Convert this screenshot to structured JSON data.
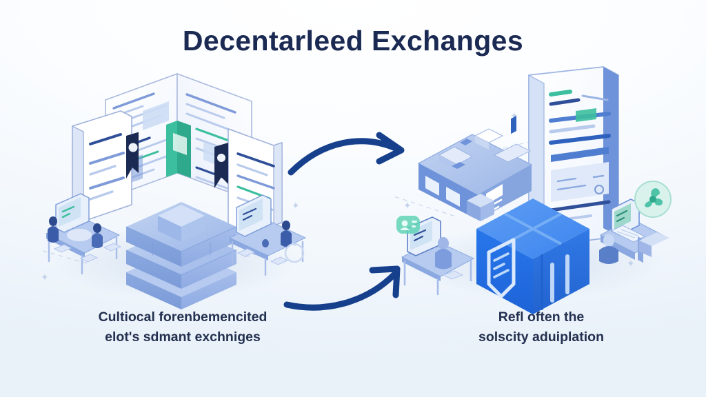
{
  "page": {
    "title": "Decentarleed Exchanges",
    "background_color": "#f2f7fc",
    "title_color": "#1b2a53"
  },
  "captions": {
    "left": "Cultiocal forenbemencited elot's sdmant exchniges",
    "left_line1": "Cultiocal forenbemencited",
    "left_line2": "elot's sdmant exchniges",
    "right": "Refl often the solscity aduiplation",
    "right_line1": "Refl often the",
    "right_line2": "solscity aduiplation"
  },
  "arrows": {
    "top": {
      "name": "curved-arrow-right",
      "color": "#16408c",
      "direction": "left-to-right"
    },
    "bottom": {
      "name": "curved-arrow-up-right",
      "color": "#16408c",
      "direction": "left-to-right"
    }
  },
  "palette": {
    "navy": "#1b2a53",
    "deep_blue": "#16408c",
    "bright_blue": "#2272e8",
    "blue_top": "#4d93f0",
    "blue_right": "#2b6fdd",
    "periwinkle": "#8ba9e0",
    "periwinkle_light": "#b3c7ee",
    "teal": "#3cbf9e",
    "paper": "#ffffff",
    "bg_tint": "#eaf1f9"
  },
  "left_scene": {
    "label": "decentralized-documents-cluster",
    "items": [
      {
        "name": "document-card-left",
        "kind": "document",
        "accent": "#1b2a53"
      },
      {
        "name": "folded-document-center",
        "kind": "document",
        "accent": "#3cbf9e"
      },
      {
        "name": "document-card-right",
        "kind": "document",
        "accent": "#1b2a53"
      },
      {
        "name": "stacked-block-cube",
        "kind": "cube",
        "color": "#8ba9e0"
      },
      {
        "name": "workstation-left",
        "kind": "desk-scene"
      },
      {
        "name": "workstation-right",
        "kind": "desk-scene"
      }
    ]
  },
  "right_scene": {
    "label": "exchange-network-cluster",
    "items": [
      {
        "name": "machine-block",
        "kind": "isometric-building",
        "color": "#8ba9e0"
      },
      {
        "name": "tall-screen-panel",
        "kind": "screen",
        "accent": "#3cbf9e"
      },
      {
        "name": "secure-block-cube",
        "kind": "cube",
        "color": "#2272e8",
        "glyph": "shield-icon"
      },
      {
        "name": "workstation-monitor",
        "kind": "desk-scene",
        "badge": "user-badge-icon"
      },
      {
        "name": "workstation-laptop",
        "kind": "desk-scene",
        "badge": "fan-gear-icon"
      }
    ]
  }
}
